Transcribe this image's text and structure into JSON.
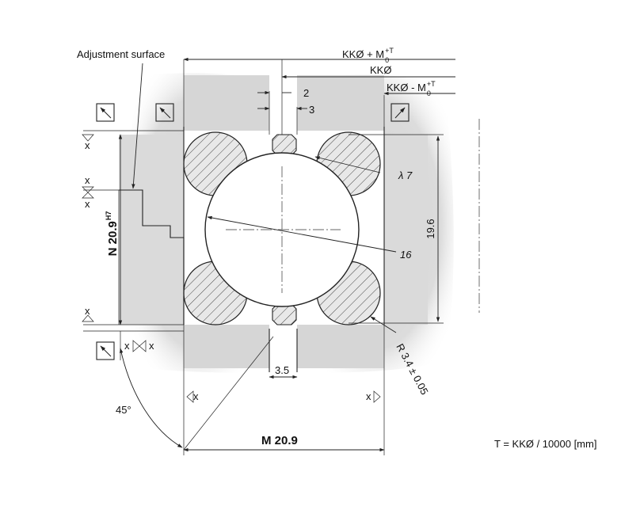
{
  "labels": {
    "adjustment_surface": "Adjustment surface",
    "kk_plus_m": "KKØ + M",
    "kk_plus_m_sup": "+T",
    "kk_plus_m_sub": "0",
    "kk": "KKØ",
    "kk_minus_m": "KKØ - M",
    "kk_minus_m_sup": "+T",
    "kk_minus_m_sub": "0",
    "dim_2": "2",
    "dim_3": "3",
    "lambda_7": "λ 7",
    "dim_19_6": "19.6",
    "dim_16": "16",
    "n_nominal": "N 20.9",
    "n_tolerance": "H7",
    "radius": "R 3.4 ± 0.05",
    "dim_3_5": "3.5",
    "angle_45": "45°",
    "m_dimension": "M 20.9",
    "tolerance_formula": "T = KKØ / 10000 [mm]",
    "surface_mark": "x"
  },
  "colors": {
    "line": "#222222",
    "shading": "#d8d8d8",
    "hatch": "#333333",
    "background": "#ffffff"
  },
  "icons": {
    "flatness_symbol": "square-with-diagonal-arrow",
    "surface_finish_symbol": "triangle-x-mark"
  }
}
